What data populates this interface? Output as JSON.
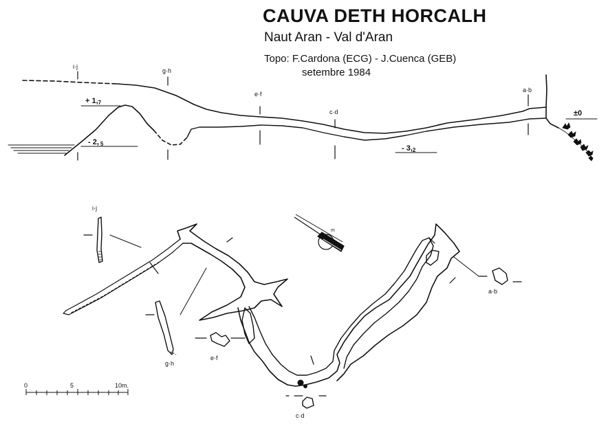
{
  "header": {
    "title": "CAUVA DETH HORCALH",
    "subtitle": "Naut Aran - Val d'Aran",
    "credits": "Topo: F.Cardona (ECG) - J.Cuenca (GEB)",
    "date": "setembre 1984"
  },
  "section_labels": {
    "ij": "i·j",
    "gh": "g·h",
    "ef": "e·f",
    "cd": "c·d",
    "ab": "a·b"
  },
  "depths": {
    "plus_one": "+ 1,",
    "plus_one_sub": "7",
    "minus_two": "- 2,",
    "minus_two_sub": "5",
    "minus_three": "- 3,",
    "minus_three_sub": "2",
    "zero": "±0"
  },
  "scale_bar": {
    "tick_0": "0",
    "tick_5": "5",
    "tick_10": "10m."
  },
  "colors": {
    "ink": "#111111",
    "paper": "#ffffff"
  },
  "icons": {
    "north_arrow": "compass-needle-icon",
    "vegetation": "vegetation-icon"
  }
}
